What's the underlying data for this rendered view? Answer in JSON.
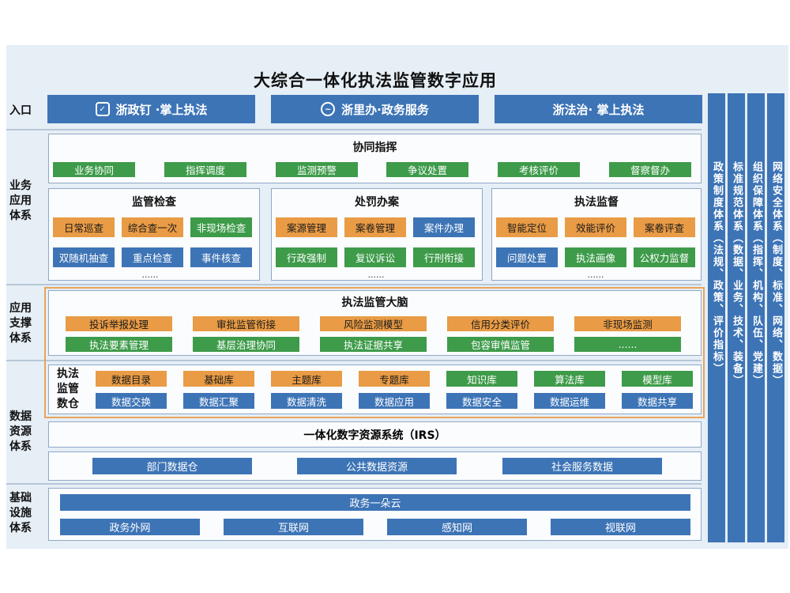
{
  "title": "大综合一体化执法监管数字应用",
  "rows": {
    "entry": "入口",
    "business": "业务\n应用\n体系",
    "support": "应用\n支撑\n体系",
    "data": "数据\n资源\n体系",
    "infra": "基础\n设施\n体系"
  },
  "entry": {
    "items": [
      "浙政钉 ·掌上执法",
      "浙里办·政务服务",
      "浙法治· 掌上执法"
    ]
  },
  "collab": {
    "title": "协同指挥",
    "items": [
      "业务协同",
      "指挥调度",
      "监测预警",
      "争议处置",
      "考核评价",
      "督察督办"
    ]
  },
  "inspection": {
    "title": "监管检查",
    "items": [
      "日常巡查",
      "综合查一次",
      "非现场检查",
      "双随机抽查",
      "重点检查",
      "事件核查"
    ],
    "more": "......"
  },
  "penalty": {
    "title": "处罚办案",
    "items": [
      "案源管理",
      "案卷管理",
      "案件办理",
      "行政强制",
      "复议诉讼",
      "行刑衔接"
    ],
    "more": "......"
  },
  "supervision": {
    "title": "执法监督",
    "items": [
      "智能定位",
      "效能评价",
      "案卷评查",
      "问题处置",
      "执法画像",
      "公权力监督"
    ],
    "more": "......"
  },
  "brain": {
    "title": "执法监管大脑",
    "row1": [
      "投诉举报处理",
      "审批监管衔接",
      "风险监测模型",
      "信用分类评价",
      "非现场监测"
    ],
    "row2": [
      "执法要素管理",
      "基层治理协同",
      "执法证据共享",
      "包容审慎监管",
      "......"
    ]
  },
  "warehouse": {
    "title": "执法\n监管\n数仓",
    "row1": [
      "数据目录",
      "基础库",
      "主题库",
      "专题库",
      "知识库",
      "算法库",
      "模型库"
    ],
    "row2": [
      "数据交换",
      "数据汇聚",
      "数据清洗",
      "数据应用",
      "数据安全",
      "数据运维",
      "数据共享"
    ]
  },
  "irs": {
    "title": "一体化数字资源系统（IRS）"
  },
  "sources": {
    "items": [
      "部门数据仓",
      "公共数据资源",
      "社会服务数据"
    ]
  },
  "infra": {
    "cloud": "政务一朵云",
    "networks": [
      "政务外网",
      "互联网",
      "感知网",
      "视联网"
    ]
  },
  "pillars": [
    "政策制度体系（法规、政策、评价指标）",
    "标准规范体系（数据、业务、技术、装备）",
    "组织保障体系（指挥、机构、队伍、党建）",
    "网络安全体系（制度、标准、网络、数据）"
  ],
  "colors": {
    "blue": "#3d74b6",
    "green": "#3e9b4a",
    "orange": "#e99b45",
    "background": "#e6eef6"
  }
}
